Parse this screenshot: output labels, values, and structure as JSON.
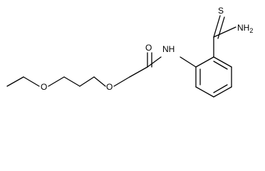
{
  "molecule": {
    "atoms": {
      "o_ether1": "O",
      "o_ether2": "O",
      "o_carbonyl": "O",
      "n_amide": "NH",
      "s_thio": "S",
      "n_amine": "NH",
      "amine_subscript": "2"
    }
  }
}
